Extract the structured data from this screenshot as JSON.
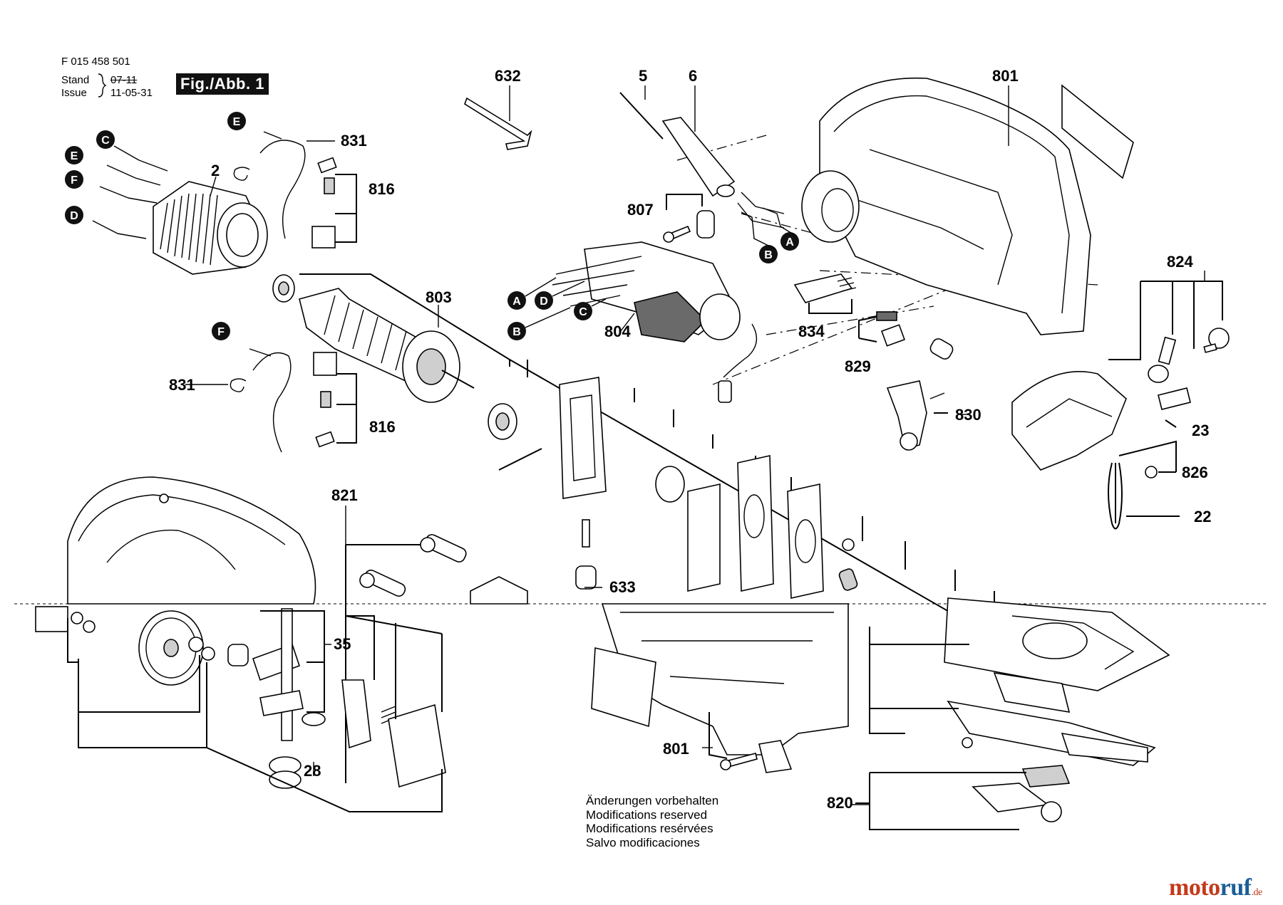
{
  "header": {
    "drawing_number": "F 015 458 501",
    "stand_label": "Stand",
    "issue_label": "Issue",
    "stand_value": "07-11",
    "issue_value": "11-05-31",
    "figure_label": "Fig./Abb. 1"
  },
  "part_numbers": {
    "p632": "632",
    "p5": "5",
    "p6": "6",
    "p801a": "801",
    "p831a": "831",
    "p816a": "816",
    "p2": "2",
    "p807": "807",
    "p803": "803",
    "p804": "804",
    "p834": "834",
    "p829": "829",
    "p824": "824",
    "p830": "830",
    "p23": "23",
    "p826": "826",
    "p22": "22",
    "p831b": "831",
    "p816b": "816",
    "p821": "821",
    "p633": "633",
    "p35": "35",
    "p28": "28",
    "p801b": "801",
    "p820": "820"
  },
  "connector_labels": {
    "c_top": "C",
    "e_top": "E",
    "f_top": "F",
    "d_top": "D",
    "e_831": "E",
    "f_831": "F",
    "a_switch": "A",
    "d_switch": "D",
    "c_switch": "C",
    "b_switch": "B",
    "b_wire": "B",
    "a_wire": "A"
  },
  "modifications_note": [
    "Änderungen vorbehalten",
    "Modifications reserved",
    "Modifications resérvées",
    "Salvo modificaciones"
  ],
  "watermark": {
    "part1": "moto",
    "part2": "ruf",
    "suffix": ".de"
  }
}
